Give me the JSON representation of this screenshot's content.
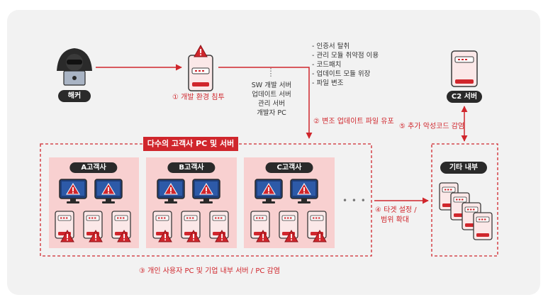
{
  "labels": {
    "hacker": "해커",
    "c2": "C2 서버",
    "etc": "기타 내부",
    "group_title": "다수의 고객사 PC 및 서버",
    "customers": [
      "A고객사",
      "B고객사",
      "C고객사"
    ],
    "ellipsis": "• • •"
  },
  "steps": {
    "s1": "① 개발 환경 침투",
    "s2": "② 변조 업데이트 파일 유포",
    "s3": "③ 개인 사용자 PC 및 기업 내부 서버 / PC 감염",
    "s4a": "④ 타겟 설정 /",
    "s4b": "범위 확대",
    "s5": "⑤ 추가 악성코드 감염"
  },
  "targets": [
    "SW 개발 서버",
    "업데이트 서버",
    "관리 서버",
    "개발자 PC"
  ],
  "attacks": [
    "- 인증서 탈취",
    "- 관리 모듈 취약점 이용",
    "- 코드패치",
    "- 업데이트 모듈 위장",
    "- 파일 변조"
  ],
  "colors": {
    "accent": "#d0262c",
    "dark": "#2a2a2a",
    "pink": "#f8d0d0",
    "panel": "#f2f2f2"
  }
}
